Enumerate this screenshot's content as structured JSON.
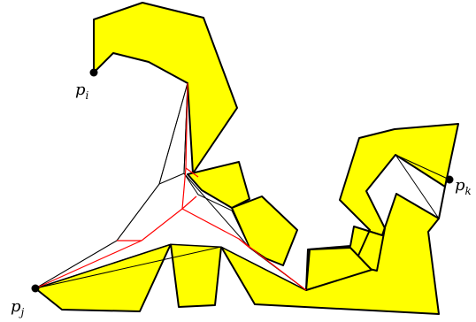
{
  "labels": {
    "p_i": {
      "base": "p",
      "sub": "i"
    },
    "p_j": {
      "base": "p",
      "sub": "j"
    },
    "p_k": {
      "base": "p",
      "sub": "k"
    }
  },
  "colors": {
    "fill": "#ffff00",
    "outline": "#000000",
    "chords": "#000000",
    "tree": "#ff0000",
    "points": "#000000"
  }
}
